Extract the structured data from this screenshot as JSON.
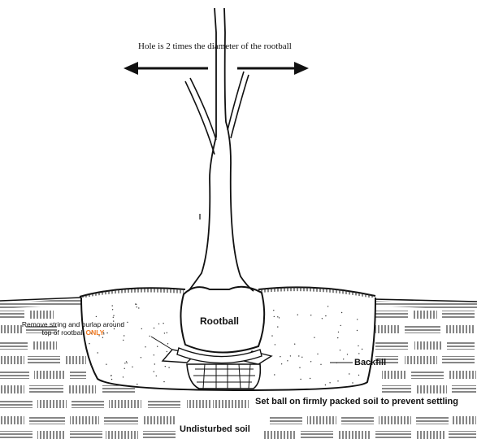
{
  "labels": {
    "hole": "Hole is 2 times the diameter of the rootball",
    "rootball": "Rootball",
    "backfill": "Backfill",
    "set_ball": "Set ball on firmly packed soil to prevent settling",
    "undisturbed": "Undisturbed soil",
    "remove_note_line1": "Remove string and burlap around",
    "remove_note_line2": "top of rootball",
    "remove_note_emphasis": "ONLY"
  },
  "colors": {
    "line": "#111111",
    "emphasis": "#f07a22",
    "background": "#ffffff"
  }
}
